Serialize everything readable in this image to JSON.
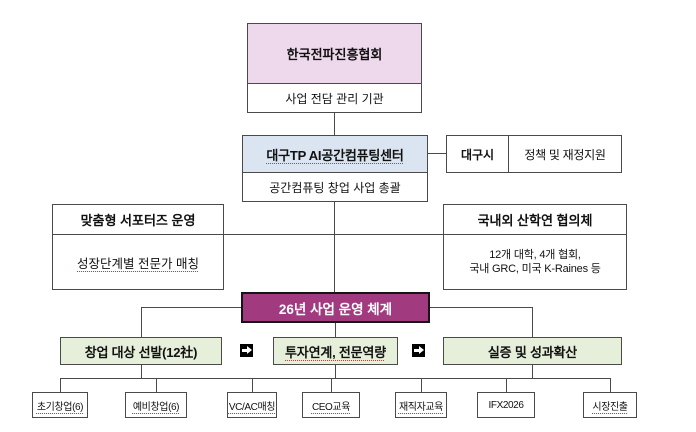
{
  "diagram": {
    "kca": {
      "name": "한국전파진흥협회",
      "role": "사업 전담 관리 기관"
    },
    "center": {
      "name": "대구TP AI공간컴퓨팅센터",
      "role": "공간컴퓨팅 창업 사업 총괄"
    },
    "daegu_city": {
      "name": "대구시",
      "role": "정책 및 재정지원"
    },
    "supporters_panel": {
      "title": "맞춤형 서포터즈 운영",
      "body": "성장단계별 전문가 매칭"
    },
    "council_panel": {
      "title": "국내외 산학연 협의체",
      "body_line1": "12개 대학, 4개 협회,",
      "body_line2": "국내 GRC, 미국 K-Raines 등"
    },
    "system": {
      "title": "26년 사업 운영 체계"
    },
    "stages": [
      {
        "label": "창업 대상 선발(12社)"
      },
      {
        "label": "투자연계, 전문역량"
      },
      {
        "label": "실증 및 성과확산"
      }
    ],
    "programs": [
      {
        "label": "초기창업(6)"
      },
      {
        "label": "예비창업(6)"
      },
      {
        "label": "VC/AC매칭"
      },
      {
        "label": "CEO교육"
      },
      {
        "label": "재직자교육"
      },
      {
        "label": "IFX2026"
      },
      {
        "label": "시장진출"
      }
    ],
    "colors": {
      "pink": "#eed9ec",
      "blue": "#dbe5f1",
      "magenta": "#a23a80",
      "green": "#e6efda",
      "line": "#4a4a4a"
    }
  }
}
